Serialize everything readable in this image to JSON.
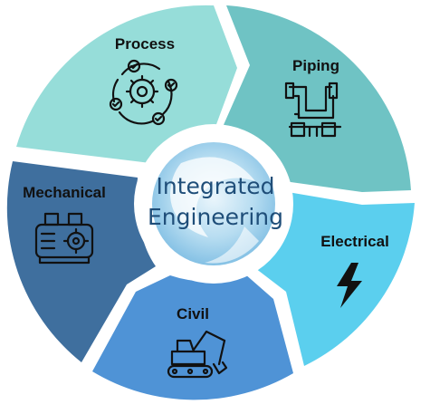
{
  "diagram": {
    "center": {
      "line1": "Integrated",
      "line2": "Engineering"
    },
    "segments": [
      {
        "label": "Process",
        "icon": "gear-cycle-icon",
        "color": "#96ddd9"
      },
      {
        "label": "Piping",
        "icon": "pipe-valve-icon",
        "color": "#6fc3c4"
      },
      {
        "label": "Electrical",
        "icon": "lightning-bolt-icon",
        "color": "#5bcfee"
      },
      {
        "label": "Civil",
        "icon": "excavator-icon",
        "color": "#4f93d6"
      },
      {
        "label": "Mechanical",
        "icon": "motor-gear-icon",
        "color": "#3f6f9e"
      }
    ]
  }
}
